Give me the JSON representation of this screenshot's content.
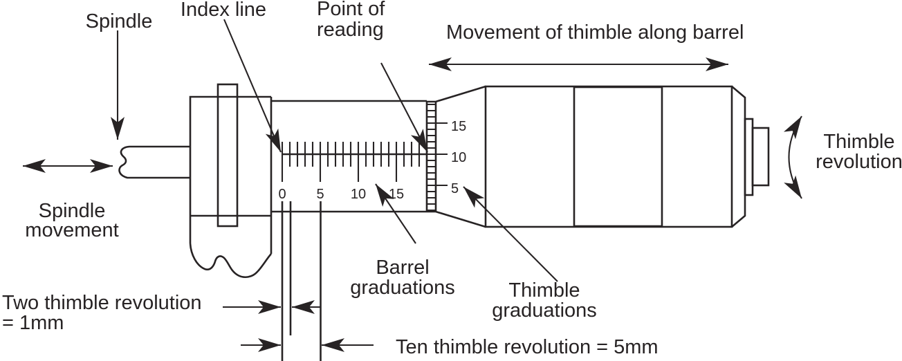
{
  "colors": {
    "ink": "#272324",
    "background": "#ffffff"
  },
  "labels": {
    "spindle": "Spindle",
    "index_line": "Index line",
    "point_of_reading_1": "Point of",
    "point_of_reading_2": "reading",
    "movement": "Movement of thimble along barrel",
    "thimble_revolution_1": "Thimble",
    "thimble_revolution_2": "revolution",
    "spindle_movement_1": "Spindle",
    "spindle_movement_2": "movement",
    "barrel_graduations_1": "Barrel",
    "barrel_graduations_2": "graduations",
    "thimble_graduations_1": "Thimble",
    "thimble_graduations_2": "graduations",
    "two_thimble_revolution_1": "Two thimble revolution",
    "two_thimble_revolution_2": "= 1mm",
    "ten_thimble_revolution": "Ten thimble revolution = 5mm"
  },
  "scales": {
    "barrel": [
      "0",
      "5",
      "10",
      "15"
    ],
    "thimble": [
      "15",
      "10",
      "5"
    ]
  }
}
